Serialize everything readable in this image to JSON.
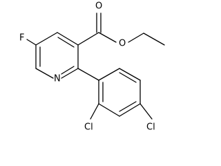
{
  "molecule": {
    "atoms": {
      "fluorine": "F",
      "ring_nitrogen": "N",
      "carbonyl_oxygen": "O",
      "ester_oxygen": "O",
      "chlorine_ortho": "Cl",
      "chlorine_para": "Cl"
    },
    "colors": {
      "bond": "#000000",
      "label": "#000000",
      "background": "#ffffff"
    }
  }
}
